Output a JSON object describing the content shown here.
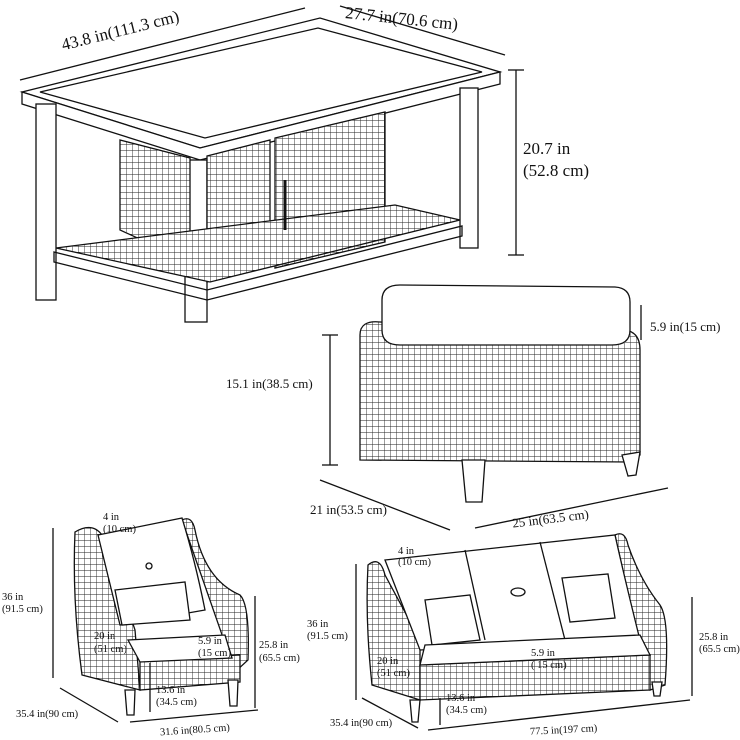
{
  "coffee_table": {
    "length": "43.8 in(111.3 cm)",
    "width": "27.7 in(70.6 cm)",
    "height_in": "20.7 in",
    "height_cm": "(52.8 cm)"
  },
  "ottoman": {
    "cushion_thickness": "5.9 in(15 cm)",
    "height": "15.1 in(38.5 cm)",
    "depth": "21 in(53.5 cm)",
    "width": "25 in(63.5 cm)"
  },
  "chair": {
    "arm_width_in": "4 in",
    "arm_width_cm": "(10 cm)",
    "height_in": "36 in",
    "height_cm": "(91.5 cm)",
    "seat_depth_in": "20 in",
    "seat_depth_cm": "(51 cm)",
    "cushion_in": "5.9 in",
    "cushion_cm": "(15 cm)",
    "arm_height_in": "25.8 in",
    "arm_height_cm": "(65.5 cm)",
    "seat_height_in": "13.6 in",
    "seat_height_cm": "(34.5 cm)",
    "depth": "35.4 in(90 cm)",
    "width": "31.6 in(80.5 cm)"
  },
  "sofa": {
    "arm_width_in": "4 in",
    "arm_width_cm": "(10 cm)",
    "height_in": "36 in",
    "height_cm": "(91.5 cm)",
    "seat_depth_in": "20 in",
    "seat_depth_cm": "(51 cm)",
    "cushion_in": "5.9 in",
    "cushion_cm": "( 15 cm)",
    "arm_height_in": "25.8 in",
    "arm_height_cm": "(65.5 cm)",
    "seat_height_in": "13.6 in",
    "seat_height_cm": "(34.5 cm)",
    "depth": "35.4 in(90 cm)",
    "width": "77.5 in(197 cm)"
  },
  "colors": {
    "line": "#111111",
    "background": "#ffffff"
  }
}
